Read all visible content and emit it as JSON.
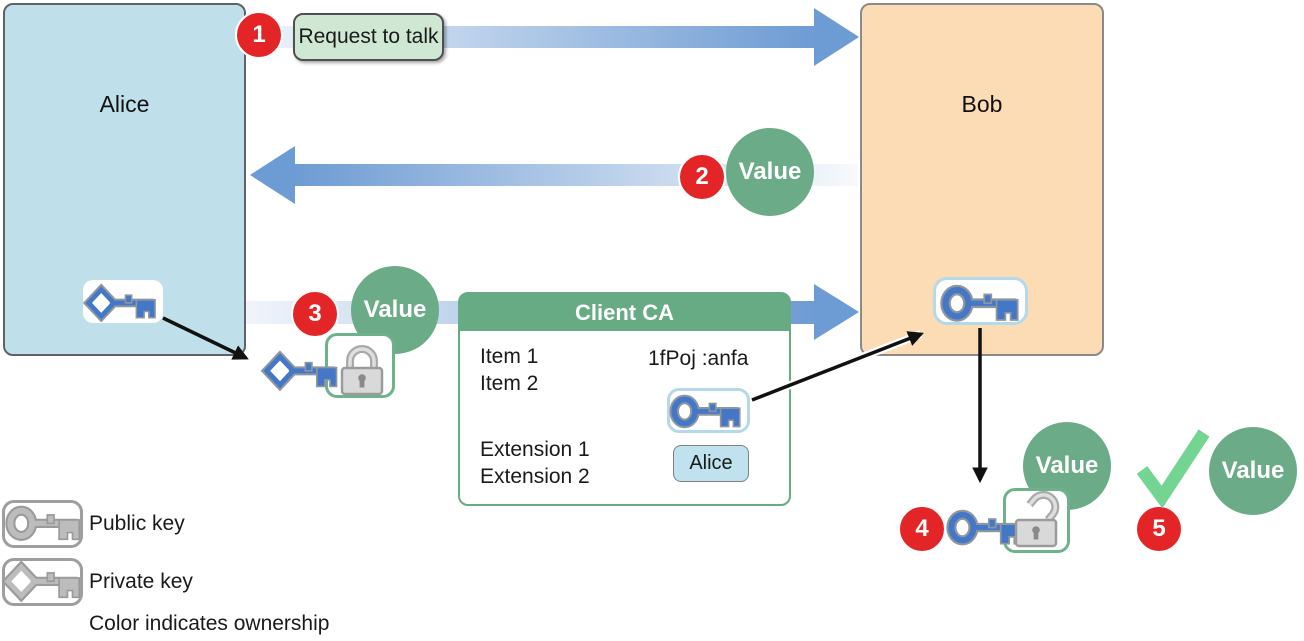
{
  "actors": {
    "left": "Alice",
    "right": "Bob"
  },
  "steps": [
    {
      "num": "1",
      "label": "Request to talk"
    },
    {
      "num": "2",
      "label": "Value"
    },
    {
      "num": "3",
      "label": "Value"
    },
    {
      "num": "4",
      "label": "Value"
    },
    {
      "num": "5",
      "label": "Value"
    }
  ],
  "certificate": {
    "title": "Client CA",
    "item1": "Item 1",
    "item2": "Item 2",
    "ext1": "Extension 1",
    "ext2": "Extension 2",
    "fingerprint": "1fPoj :anfa",
    "owner": "Alice"
  },
  "legend": {
    "public": "Public key",
    "private": "Private key",
    "note": "Color indicates ownership"
  },
  "icons": {
    "public_key": "public-key-icon",
    "private_key": "private-key-icon",
    "closed_padlock": "closed-padlock-icon",
    "open_padlock": "open-padlock-icon",
    "checkmark": "checkmark-icon"
  },
  "colors": {
    "alice_fill": "#bfe0ea",
    "bob_fill": "#fbdcb4",
    "arrow_blue": "#6d9bd3",
    "value_green": "#6cab88",
    "cert_green": "#67ab84",
    "badge_red": "#e42527",
    "check_green": "#74d492",
    "key_blue": "#4477c8",
    "key_gray": "#b8b8b8",
    "request_fill": "#cfe8d4"
  }
}
